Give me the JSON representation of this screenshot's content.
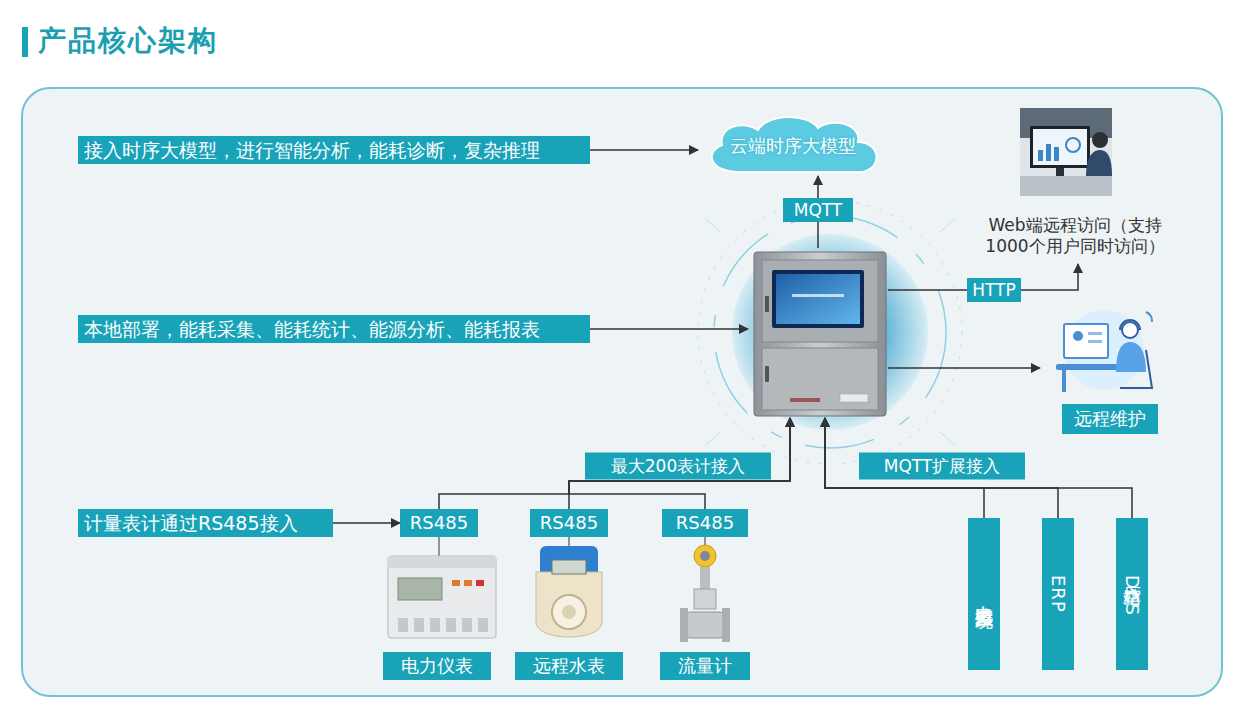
{
  "diagram": {
    "title": "产品核心架构",
    "nodes": [
      {
        "text": [
          "接入时序大模型，进行智能分析，能耗诊断，复杂推理"
        ]
      },
      {
        "text": [
          "云端时序大模型"
        ]
      },
      {
        "text": [
          "Web端远程访问（支持 1000个用户同时访问）"
        ]
      },
      {
        "text": []
      },
      {
        "text": [
          "本地部署，能耗采集、能耗统计、能源分析、能耗报表"
        ]
      },
      {
        "text": [
          "远程维护"
        ]
      },
      {
        "text": [
          "计量表计通过RS485接入"
        ]
      },
      {
        "text": [
          "RS485"
        ]
      },
      {
        "text": [
          "RS485"
        ]
      },
      {
        "text": [
          "RS485"
        ]
      },
      {
        "text": [
          "电力仪表"
        ]
      },
      {
        "text": [
          "远程水表"
        ]
      },
      {
        "text": [
          "流量计"
        ]
      },
      {
        "text": [
          "电力监控系统"
        ]
      },
      {
        "text": [
          "ERP"
        ]
      },
      {
        "text": [
          "空压站DCS"
        ]
      }
    ],
    "edges": [
      {
        "from": 0,
        "to": 1,
        "arrow": "to"
      },
      {
        "from": 3,
        "to": 1,
        "label": "MQTT",
        "arrow": "to"
      },
      {
        "from": 3,
        "to": 2,
        "label": "HTTP",
        "arrow": "to"
      },
      {
        "from": 4,
        "to": 3,
        "arrow": "to"
      },
      {
        "from": 3,
        "to": 5,
        "arrow": "to"
      },
      {
        "from": 6,
        "to": 7,
        "arrow": "to"
      },
      {
        "from": 7,
        "to": 3,
        "arrow": "to"
      },
      {
        "from": 8,
        "to": 3,
        "label": "最大200表计接入",
        "arrow": "to"
      },
      {
        "from": 9,
        "to": 3,
        "arrow": "to"
      },
      {
        "from": 13,
        "to": 3,
        "arrow": "to"
      },
      {
        "from": 14,
        "to": 3,
        "label": "MQTT扩展接入",
        "arrow": "to"
      },
      {
        "from": 15,
        "to": 3,
        "arrow": "to"
      }
    ]
  }
}
